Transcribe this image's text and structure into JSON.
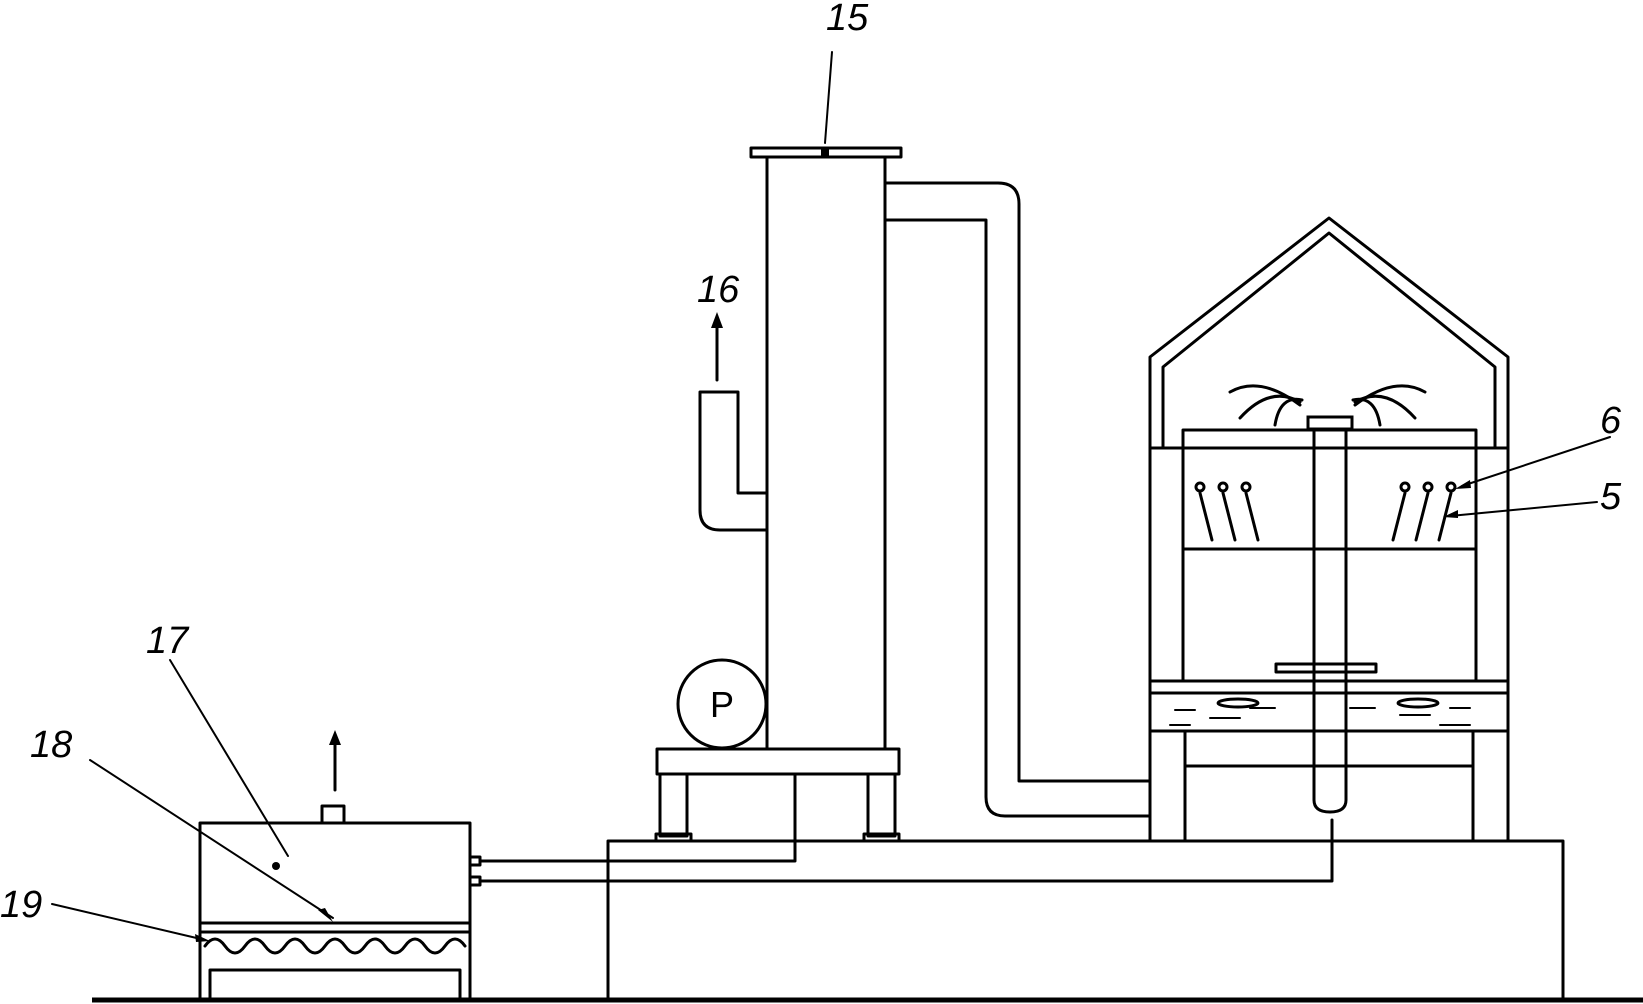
{
  "labels": {
    "l15": "15",
    "l16": "16",
    "l17": "17",
    "l18": "18",
    "l19": "19",
    "l5": "5",
    "l6": "6"
  },
  "pump": {
    "letter": "P"
  }
}
